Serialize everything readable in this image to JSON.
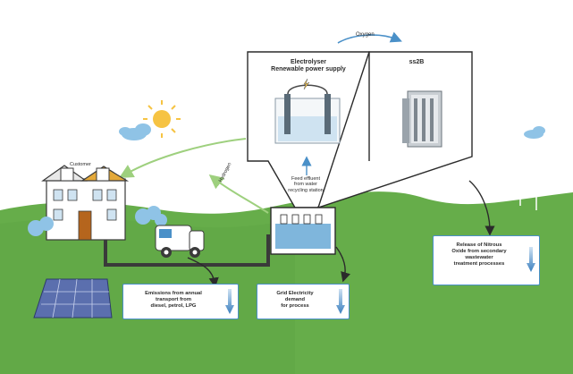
{
  "labels": {
    "oxygen": "Oxygen",
    "customer": "Customer",
    "electrolyser_title": "Electrolyser\nRenewable power supply",
    "ss2b_title": "ss2B",
    "feed_note": "Feed effluent\nfrom water\nrecycling station",
    "hydrogen_label": "Hydrogen",
    "emissions_transport": "Emissions from annual\ntransport from\ndiesel, petrol, LPG",
    "grid_electricity": "Grid Electricity\ndemand\nfor process",
    "release_nitrous": "Release of Nitrous\nOxide from secondary\nwastewater\ntreatment processes"
  },
  "colors": {
    "sky": "#ffffff",
    "grass": "#66ad4a",
    "grass_dark": "#4f9a3c",
    "accent_blue": "#4a90c8",
    "pipe": "#3a3a3a",
    "sun": "#f6c343",
    "cloud": "#8fc3e6"
  },
  "icons": [
    "sun-icon",
    "cloud-icon",
    "house-icon",
    "solar-panel-icon",
    "truck-icon",
    "wind-turbine-icon",
    "electrolyser-icon",
    "tank-icon",
    "down-arrow-icon"
  ]
}
